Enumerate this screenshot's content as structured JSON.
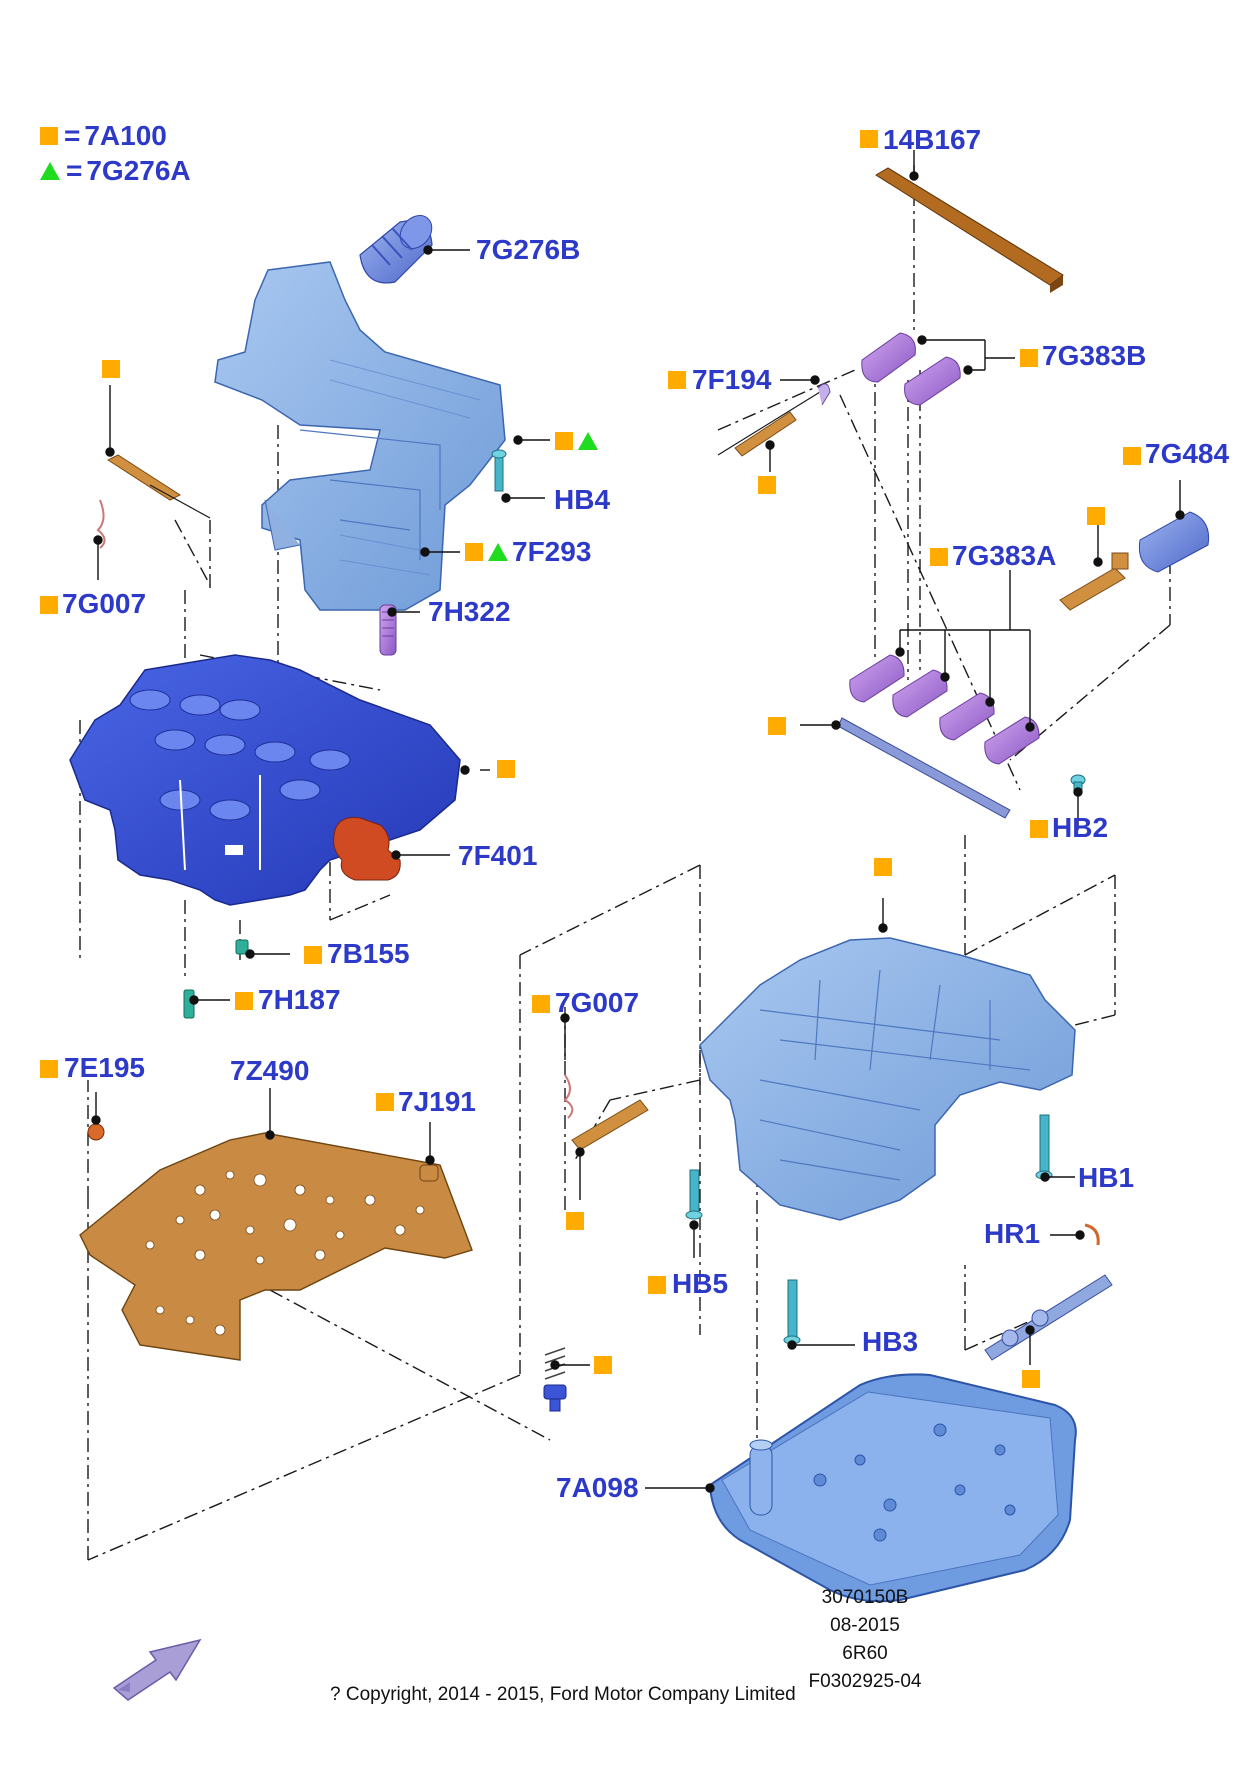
{
  "legend": {
    "square_code": "7A100",
    "triangle_code": "7G276A",
    "equals": "="
  },
  "colors": {
    "label": "#2d39c8",
    "square": "#ffab00",
    "triangle": "#1fdc1f",
    "part_blue_dark": "#3b55d6",
    "part_blue_light": "#8fb7e6",
    "part_purple": "#b98ae0",
    "part_orange": "#c98a44",
    "part_red": "#d4502a",
    "part_teal": "#3fb6c9"
  },
  "callouts": {
    "c_14B167": "14B167",
    "c_7G276B": "7G276B",
    "c_7G383B": "7G383B",
    "c_7F194": "7F194",
    "c_7G484": "7G484",
    "c_HB4": "HB4",
    "c_7F293": "7F293",
    "c_7G383A": "7G383A",
    "c_7G007_left": "7G007",
    "c_7H322": "7H322",
    "c_7F401": "7F401",
    "c_HB2": "HB2",
    "c_7B155": "7B155",
    "c_7H187": "7H187",
    "c_7G007_mid": "7G007",
    "c_7E195": "7E195",
    "c_7Z490": "7Z490",
    "c_7J191": "7J191",
    "c_HB1": "HB1",
    "c_HR1": "HR1",
    "c_HB5": "HB5",
    "c_HB3": "HB3",
    "c_7A098": "7A098"
  },
  "meta": {
    "code": "3070150B",
    "date": "08-2015",
    "model": "6R60",
    "ref": "F0302925-04"
  },
  "copyright": "? Copyright, 2014 - 2015, Ford Motor Company Limited",
  "icons": {
    "direction": "direction-arrow-icon",
    "square": "square-marker-icon",
    "triangle": "triangle-marker-icon"
  }
}
